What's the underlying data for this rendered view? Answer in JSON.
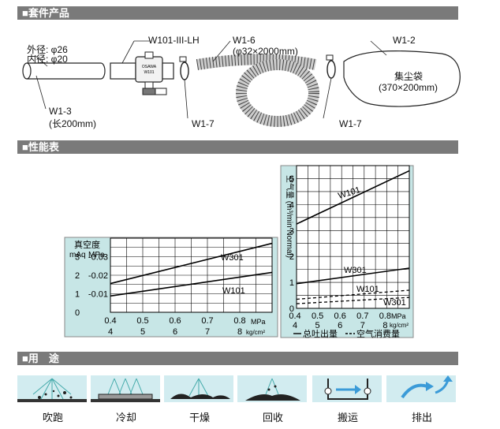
{
  "sections": {
    "kit": "■套件产品",
    "perf": "■性能表",
    "use": "■用　途"
  },
  "kit": {
    "outer_dia": "外径: φ26",
    "inner_dia": "内径: φ20",
    "w101": "W101-III-LH",
    "w16": "W1-6",
    "w16_size": "(φ32×2000mm)",
    "w12": "W1-2",
    "bag": "集尘袋",
    "bag_size": "(370×200mm)",
    "w13": "W1-3",
    "w13_len": "(长200mm)",
    "w17a": "W1-7",
    "w17b": "W1-7",
    "logo_line1": "OSAWA",
    "logo_line2": "W101"
  },
  "colors": {
    "panel_bg": "#c7e6e6",
    "grid": "#000000",
    "bar_bg": "#7a7a7a",
    "icon_bg": "#d2ecf0"
  },
  "chart_data": [
    {
      "type": "line",
      "title": "",
      "ylabel": "真空度",
      "y_units": [
        "mAq",
        "MPa"
      ],
      "y_ticks_mAq": [
        "3",
        "2",
        "1",
        "0"
      ],
      "y_ticks_MPa": [
        "-0.03",
        "-0.02",
        "-0.01",
        ""
      ],
      "x_ticks_MPa": [
        "0.4",
        "0.5",
        "0.6",
        "0.7",
        "0.8"
      ],
      "x_ticks_kgcm2": [
        "4",
        "5",
        "6",
        "7",
        "8"
      ],
      "x_unit_MPa": "MPa",
      "x_unit_kgcm2": "kg/cm²",
      "xlim": [
        0.4,
        0.9
      ],
      "ylim": [
        0,
        0.04
      ],
      "grid": true,
      "series": [
        {
          "name": "W301",
          "x": [
            0.4,
            0.9
          ],
          "y": [
            0.0155,
            0.0372
          ]
        },
        {
          "name": "W101",
          "x": [
            0.4,
            0.9
          ],
          "y": [
            0.0088,
            0.0215
          ]
        }
      ]
    },
    {
      "type": "line",
      "title": "",
      "ylabel": "空气量 (m³/min Normal)",
      "y_ticks": [
        "5",
        "4",
        "3",
        "2",
        "1",
        "0"
      ],
      "x_ticks_MPa": [
        "0.4",
        "0.5",
        "0.6",
        "0.7",
        "0.8"
      ],
      "x_ticks_kgcm2": [
        "4",
        "5",
        "6",
        "7",
        "8"
      ],
      "x_unit_MPa": "MPa",
      "x_unit_kgcm2": "kg/cm²",
      "xlim": [
        0.4,
        0.9
      ],
      "ylim": [
        0,
        5.5
      ],
      "grid": true,
      "legend": [
        {
          "style": "solid",
          "label": "总吐出量"
        },
        {
          "style": "dashed",
          "label": "空气消费量"
        }
      ],
      "series": [
        {
          "name": "W101",
          "style": "solid",
          "x": [
            0.4,
            0.9
          ],
          "y": [
            3.25,
            5.3
          ]
        },
        {
          "name": "W301",
          "style": "solid",
          "x": [
            0.4,
            0.9
          ],
          "y": [
            0.95,
            1.55
          ]
        },
        {
          "name": "W101",
          "style": "dashed",
          "x": [
            0.4,
            0.9
          ],
          "y": [
            0.35,
            0.7
          ]
        },
        {
          "name": "W301",
          "style": "dashed",
          "x": [
            0.4,
            0.9
          ],
          "y": [
            0.18,
            0.42
          ]
        }
      ]
    }
  ],
  "uses": [
    {
      "label": "吹跑",
      "icon": "blow-icon"
    },
    {
      "label": "冷却",
      "icon": "cool-icon"
    },
    {
      "label": "干燥",
      "icon": "dry-icon"
    },
    {
      "label": "回收",
      "icon": "collect-icon"
    },
    {
      "label": "搬运",
      "icon": "convey-icon"
    },
    {
      "label": "排出",
      "icon": "exhaust-icon"
    }
  ]
}
